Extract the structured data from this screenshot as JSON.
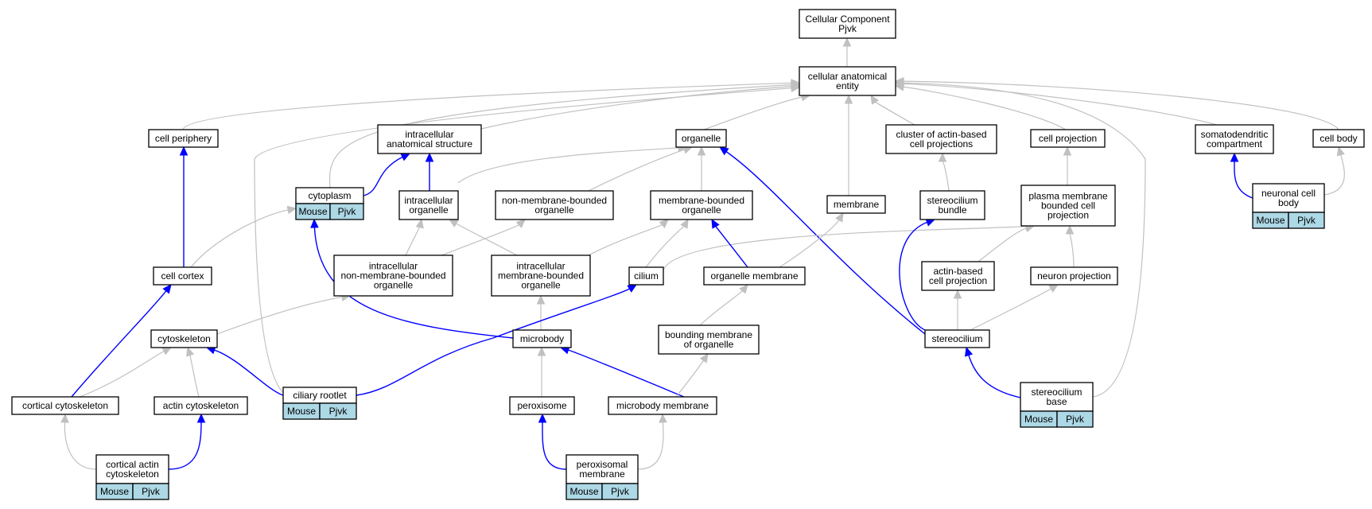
{
  "colors": {
    "node_border": "#000000",
    "tag_fill": "#add8e6",
    "is_a_edge": "#c0c0c0",
    "part_of_edge": "#0000ff"
  },
  "nodes": {
    "root": [
      "Cellular Component",
      "Pjvk"
    ],
    "cellular_anatomical_entity": [
      "cellular anatomical",
      "entity"
    ],
    "cell_periphery": [
      "cell periphery"
    ],
    "intracellular_anatomical_structure": [
      "intracellular",
      "anatomical structure"
    ],
    "organelle": [
      "organelle"
    ],
    "cluster_actin": [
      "cluster of actin-based",
      "cell projections"
    ],
    "cell_projection": [
      "cell projection"
    ],
    "somatodendritic": [
      "somatodendritic",
      "compartment"
    ],
    "cell_body": [
      "cell body"
    ],
    "cytoplasm": [
      "cytoplasm"
    ],
    "intracellular_organelle": [
      "intracellular",
      "organelle"
    ],
    "non_membrane_bounded_organelle": [
      "non-membrane-bounded",
      "organelle"
    ],
    "membrane_bounded_organelle": [
      "membrane-bounded",
      "organelle"
    ],
    "membrane": [
      "membrane"
    ],
    "stereocilium_bundle": [
      "stereocilium",
      "bundle"
    ],
    "plasma_membrane_projection": [
      "plasma membrane",
      "bounded cell",
      "projection"
    ],
    "neuronal_cell_body": [
      "neuronal cell",
      "body"
    ],
    "cell_cortex": [
      "cell cortex"
    ],
    "intracellular_non_membrane": [
      "intracellular",
      "non-membrane-bounded",
      "organelle"
    ],
    "intracellular_membrane": [
      "intracellular",
      "membrane-bounded",
      "organelle"
    ],
    "cilium": [
      "cilium"
    ],
    "organelle_membrane": [
      "organelle membrane"
    ],
    "actin_based_projection": [
      "actin-based",
      "cell projection"
    ],
    "neuron_projection": [
      "neuron projection"
    ],
    "cytoskeleton": [
      "cytoskeleton"
    ],
    "microbody": [
      "microbody"
    ],
    "bounding_membrane": [
      "bounding membrane",
      "of organelle"
    ],
    "stereocilium": [
      "stereocilium"
    ],
    "cortical_cytoskeleton": [
      "cortical cytoskeleton"
    ],
    "actin_cytoskeleton": [
      "actin cytoskeleton"
    ],
    "ciliary_rootlet": [
      "ciliary rootlet"
    ],
    "peroxisome": [
      "peroxisome"
    ],
    "microbody_membrane": [
      "microbody membrane"
    ],
    "stereocilium_base": [
      "stereocilium",
      "base"
    ],
    "cortical_actin": [
      "cortical actin",
      "cytoskeleton"
    ],
    "peroxisomal_membrane": [
      "peroxisomal",
      "membrane"
    ]
  },
  "annotation_tags": {
    "species": "Mouse",
    "gene": "Pjvk"
  },
  "annotated_nodes": [
    "cytoplasm",
    "neuronal_cell_body",
    "ciliary_rootlet",
    "stereocilium_base",
    "cortical_actin",
    "peroxisomal_membrane"
  ],
  "edges": [
    {
      "from": "cellular_anatomical_entity",
      "to": "root",
      "type": "is_a"
    },
    {
      "from": "cell_periphery",
      "to": "cellular_anatomical_entity",
      "type": "is_a"
    },
    {
      "from": "intracellular_anatomical_structure",
      "to": "cellular_anatomical_entity",
      "type": "is_a"
    },
    {
      "from": "organelle",
      "to": "cellular_anatomical_entity",
      "type": "is_a"
    },
    {
      "from": "cluster_actin",
      "to": "cellular_anatomical_entity",
      "type": "is_a"
    },
    {
      "from": "cell_projection",
      "to": "cellular_anatomical_entity",
      "type": "is_a"
    },
    {
      "from": "somatodendritic",
      "to": "cellular_anatomical_entity",
      "type": "is_a"
    },
    {
      "from": "cell_body",
      "to": "cellular_anatomical_entity",
      "type": "is_a"
    },
    {
      "from": "membrane",
      "to": "cellular_anatomical_entity",
      "type": "is_a"
    },
    {
      "from": "cytoplasm",
      "to": "cellular_anatomical_entity",
      "type": "is_a"
    },
    {
      "from": "ciliary_rootlet",
      "to": "cellular_anatomical_entity",
      "type": "is_a"
    },
    {
      "from": "stereocilium_base",
      "to": "cellular_anatomical_entity",
      "type": "is_a"
    },
    {
      "from": "cytoplasm",
      "to": "intracellular_anatomical_structure",
      "type": "part_of"
    },
    {
      "from": "intracellular_organelle",
      "to": "intracellular_anatomical_structure",
      "type": "part_of"
    },
    {
      "from": "intracellular_organelle",
      "to": "organelle",
      "type": "is_a"
    },
    {
      "from": "non_membrane_bounded_organelle",
      "to": "organelle",
      "type": "is_a"
    },
    {
      "from": "membrane_bounded_organelle",
      "to": "organelle",
      "type": "is_a"
    },
    {
      "from": "stereocilium",
      "to": "organelle",
      "type": "part_of"
    },
    {
      "from": "stereocilium_bundle",
      "to": "cluster_actin",
      "type": "is_a"
    },
    {
      "from": "plasma_membrane_projection",
      "to": "cell_projection",
      "type": "is_a"
    },
    {
      "from": "neuronal_cell_body",
      "to": "somatodendritic",
      "type": "part_of"
    },
    {
      "from": "neuronal_cell_body",
      "to": "cell_body",
      "type": "is_a"
    },
    {
      "from": "cell_cortex",
      "to": "cell_periphery",
      "type": "part_of"
    },
    {
      "from": "cell_cortex",
      "to": "cytoplasm",
      "type": "is_a"
    },
    {
      "from": "microbody",
      "to": "cytoplasm",
      "type": "part_of"
    },
    {
      "from": "intracellular_non_membrane",
      "to": "intracellular_organelle",
      "type": "is_a"
    },
    {
      "from": "intracellular_non_membrane",
      "to": "non_membrane_bounded_organelle",
      "type": "is_a"
    },
    {
      "from": "intracellular_membrane",
      "to": "intracellular_organelle",
      "type": "is_a"
    },
    {
      "from": "intracellular_membrane",
      "to": "membrane_bounded_organelle",
      "type": "is_a"
    },
    {
      "from": "cilium",
      "to": "membrane_bounded_organelle",
      "type": "is_a"
    },
    {
      "from": "cilium",
      "to": "plasma_membrane_projection",
      "type": "is_a"
    },
    {
      "from": "organelle_membrane",
      "to": "membrane_bounded_organelle",
      "type": "part_of"
    },
    {
      "from": "organelle_membrane",
      "to": "membrane",
      "type": "is_a"
    },
    {
      "from": "stereocilium",
      "to": "stereocilium_bundle",
      "type": "part_of"
    },
    {
      "from": "actin_based_projection",
      "to": "plasma_membrane_projection",
      "type": "is_a"
    },
    {
      "from": "neuron_projection",
      "to": "plasma_membrane_projection",
      "type": "is_a"
    },
    {
      "from": "stereocilium",
      "to": "actin_based_projection",
      "type": "is_a"
    },
    {
      "from": "stereocilium",
      "to": "neuron_projection",
      "type": "is_a"
    },
    {
      "from": "cytoskeleton",
      "to": "intracellular_non_membrane",
      "type": "is_a"
    },
    {
      "from": "microbody",
      "to": "intracellular_membrane",
      "type": "is_a"
    },
    {
      "from": "ciliary_rootlet",
      "to": "cilium",
      "type": "part_of"
    },
    {
      "from": "bounding_membrane",
      "to": "organelle_membrane",
      "type": "is_a"
    },
    {
      "from": "cortical_cytoskeleton",
      "to": "cell_cortex",
      "type": "part_of"
    },
    {
      "from": "cortical_cytoskeleton",
      "to": "cytoskeleton",
      "type": "is_a"
    },
    {
      "from": "actin_cytoskeleton",
      "to": "cytoskeleton",
      "type": "is_a"
    },
    {
      "from": "ciliary_rootlet",
      "to": "cytoskeleton",
      "type": "part_of"
    },
    {
      "from": "peroxisome",
      "to": "microbody",
      "type": "is_a"
    },
    {
      "from": "microbody_membrane",
      "to": "microbody",
      "type": "part_of"
    },
    {
      "from": "microbody_membrane",
      "to": "bounding_membrane",
      "type": "is_a"
    },
    {
      "from": "stereocilium_base",
      "to": "stereocilium",
      "type": "part_of"
    },
    {
      "from": "cortical_actin",
      "to": "cortical_cytoskeleton",
      "type": "is_a"
    },
    {
      "from": "cortical_actin",
      "to": "actin_cytoskeleton",
      "type": "part_of"
    },
    {
      "from": "peroxisomal_membrane",
      "to": "peroxisome",
      "type": "part_of"
    },
    {
      "from": "peroxisomal_membrane",
      "to": "microbody_membrane",
      "type": "is_a"
    }
  ]
}
